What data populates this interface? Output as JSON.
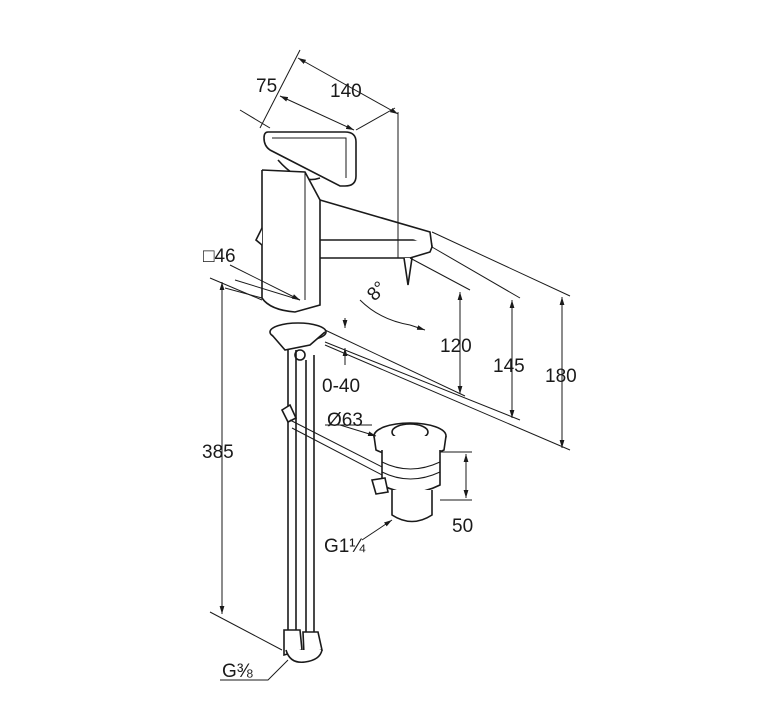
{
  "drawing": {
    "title": "Basin mixer dimension drawing",
    "dimensions": {
      "handle_depth": "75",
      "spout_reach": "140",
      "body_square": "□46",
      "spout_angle": "8°",
      "spout_height": "120",
      "spout_top_height": "145",
      "total_height": "180",
      "deck_thickness": "0-40",
      "waste_diameter": "Ø63",
      "hose_length": "385",
      "waste_height": "50",
      "waste_thread": "G1¼",
      "supply_thread": "G⅜"
    }
  }
}
